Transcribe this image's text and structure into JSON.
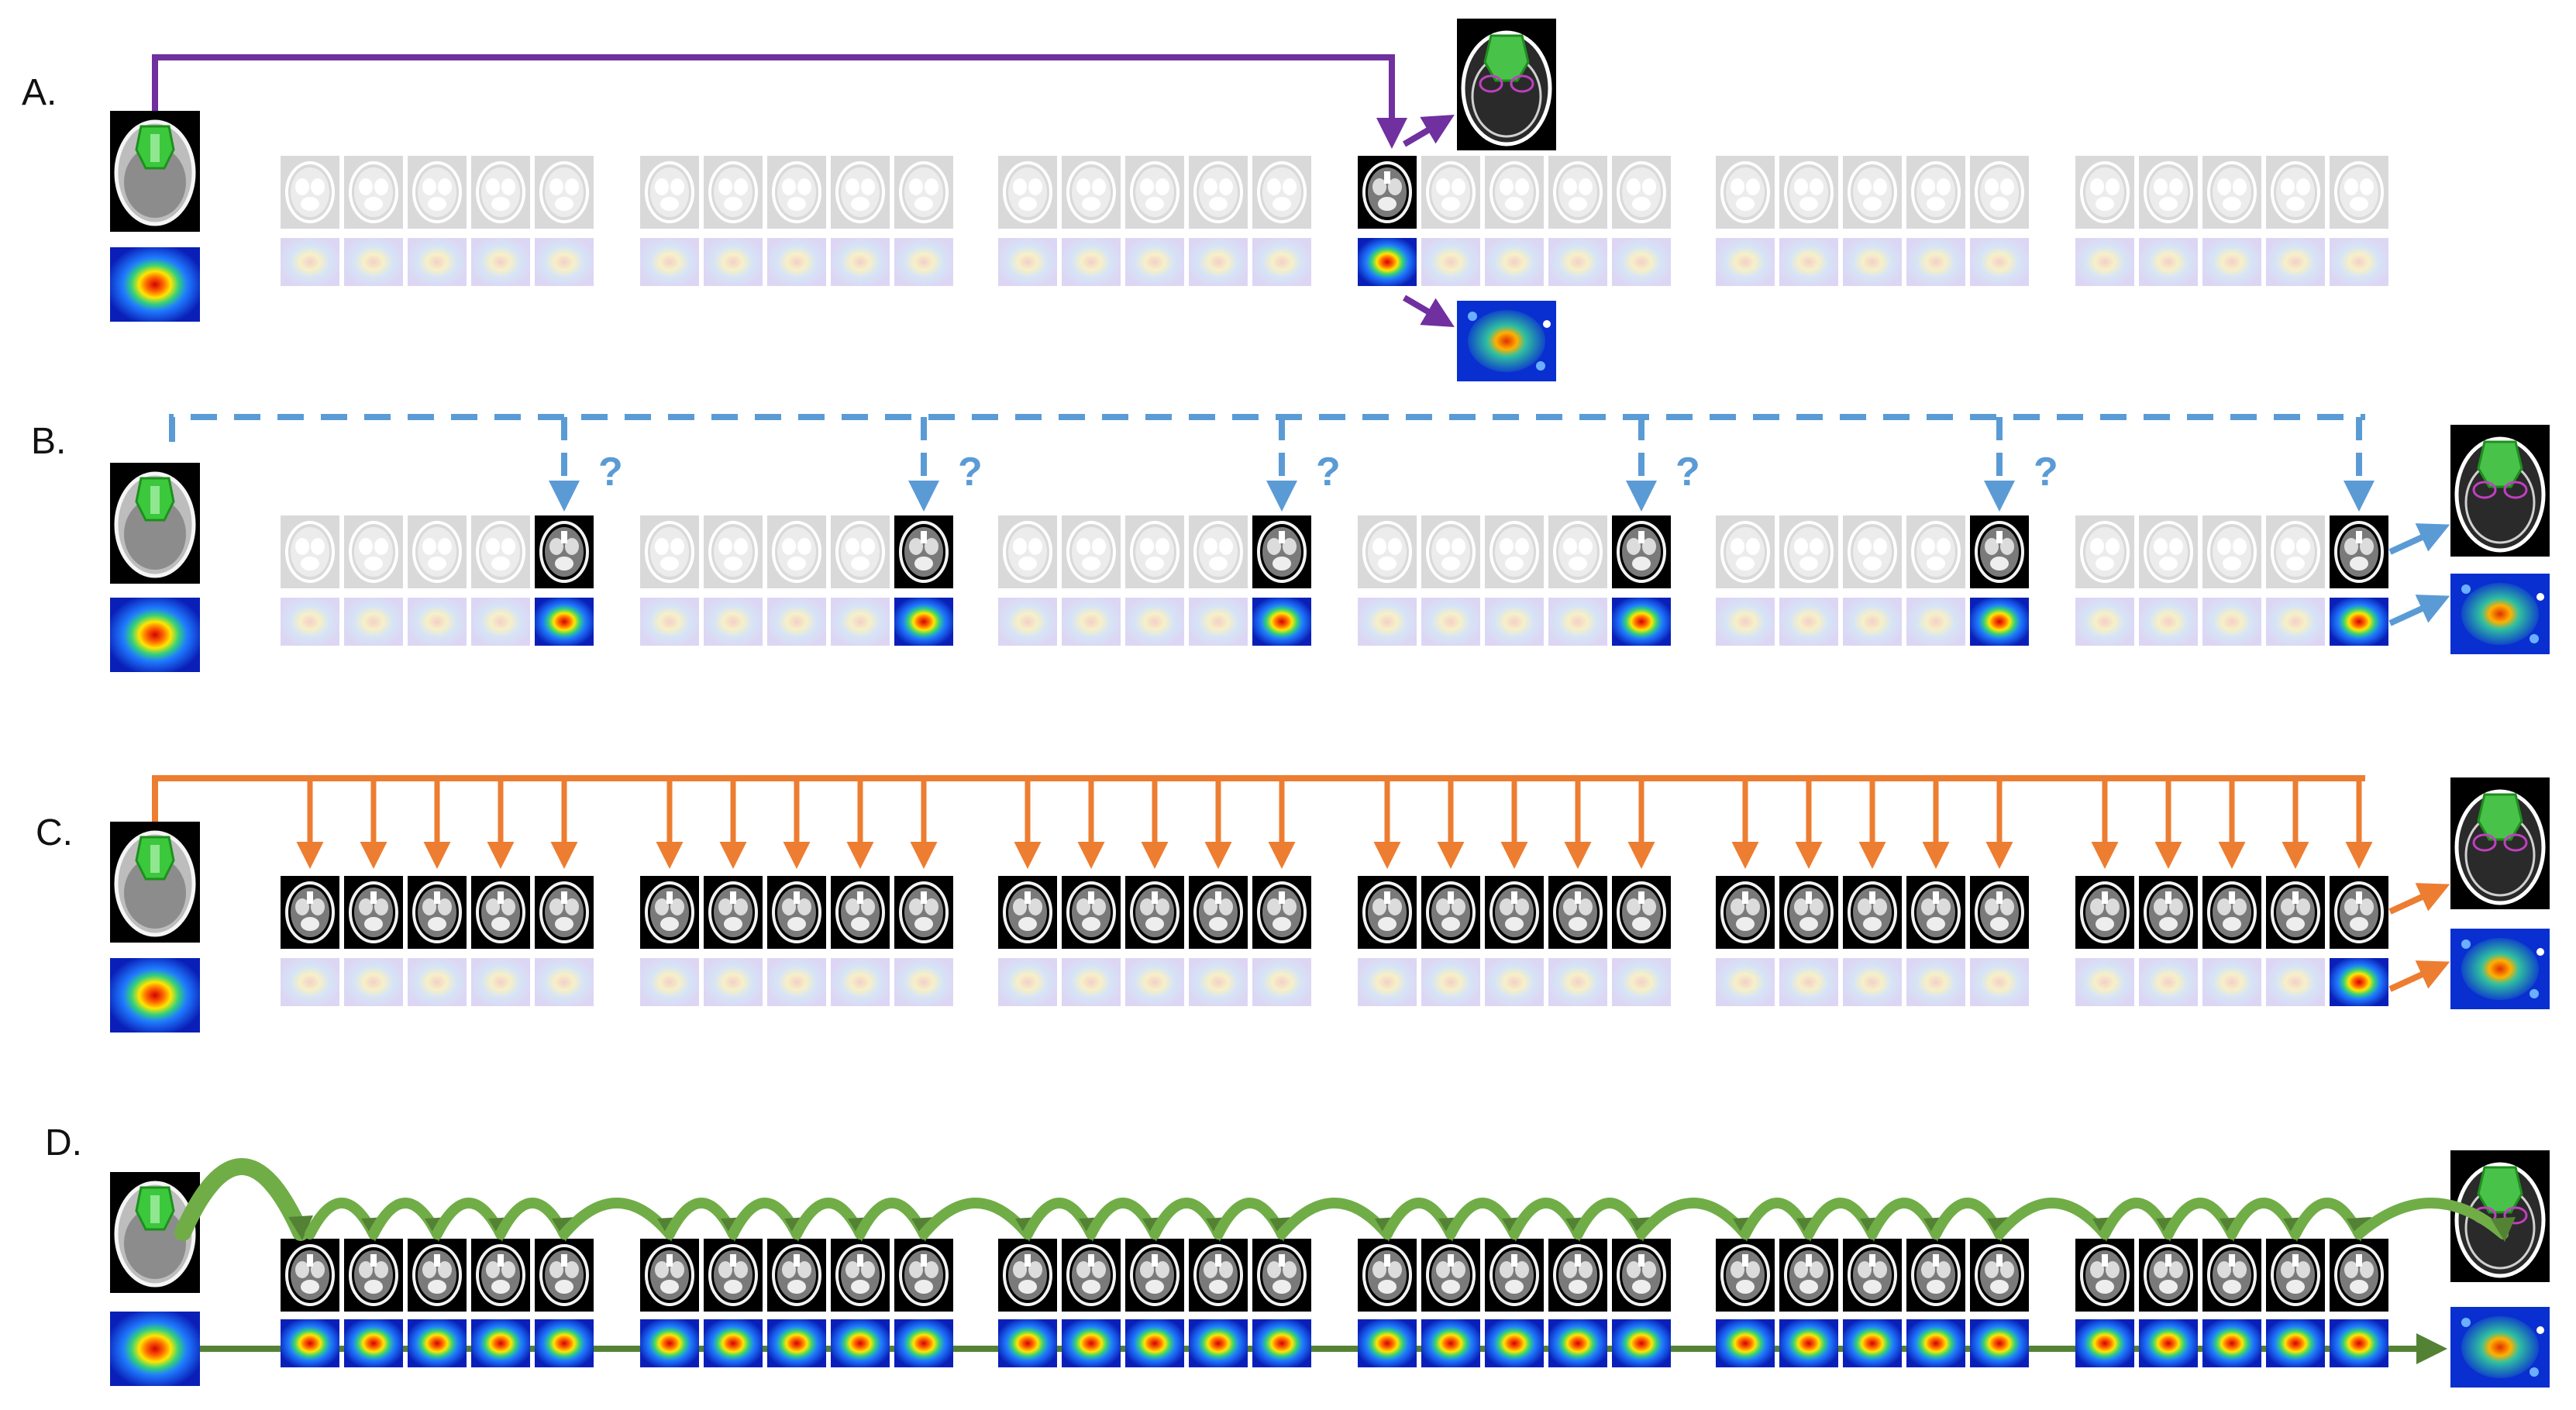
{
  "panels": [
    {
      "label": "A.",
      "connector": "purple",
      "mode": "single"
    },
    {
      "label": "B.",
      "connector": "blue-dashed",
      "mode": "groups"
    },
    {
      "label": "C.",
      "connector": "orange",
      "mode": "all"
    },
    {
      "label": "D.",
      "connector": "green",
      "mode": "sequential"
    }
  ],
  "question_mark": "?",
  "groups_per_row": 6,
  "frames_per_group": 5,
  "colors": {
    "purple": "#7030a0",
    "blue": "#5b9bd5",
    "orange": "#ed7d31",
    "green": "#548235",
    "green_fill": "#70ad47",
    "faded_ct": "#d9d9d9",
    "faded_dose": "#e6e0f5",
    "ct_black": "#000000",
    "dose_blue": "#1a3fd6"
  },
  "icons": [
    "ct-head-slice-icon",
    "dose-heatmap-icon",
    "ct-contour-icon",
    "dose-overlay-icon"
  ]
}
